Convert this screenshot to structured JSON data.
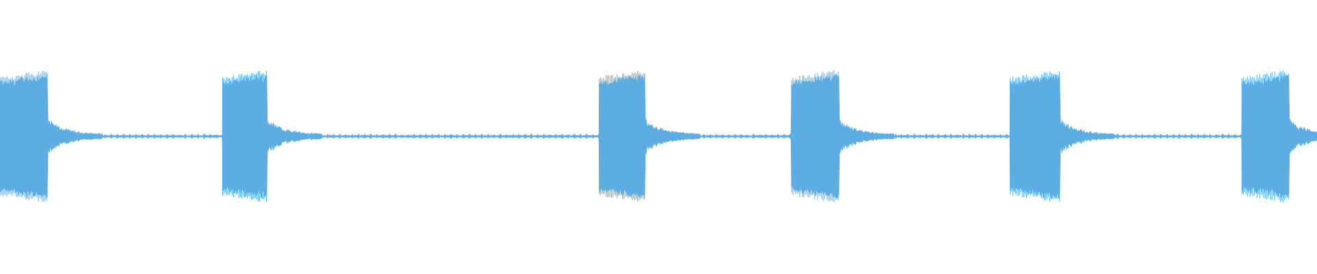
{
  "waveform": {
    "color": "#5DADE2",
    "background": "#ffffff",
    "bursts": [
      {
        "start": 0.0,
        "end": 0.036
      },
      {
        "start": 0.169,
        "end": 0.203
      },
      {
        "start": 0.455,
        "end": 0.49
      },
      {
        "start": 0.601,
        "end": 0.637
      },
      {
        "start": 0.767,
        "end": 0.805
      },
      {
        "start": 0.943,
        "end": 0.979
      }
    ],
    "baseline_amplitude": 0.04,
    "burst_amplitude": 1.0
  }
}
